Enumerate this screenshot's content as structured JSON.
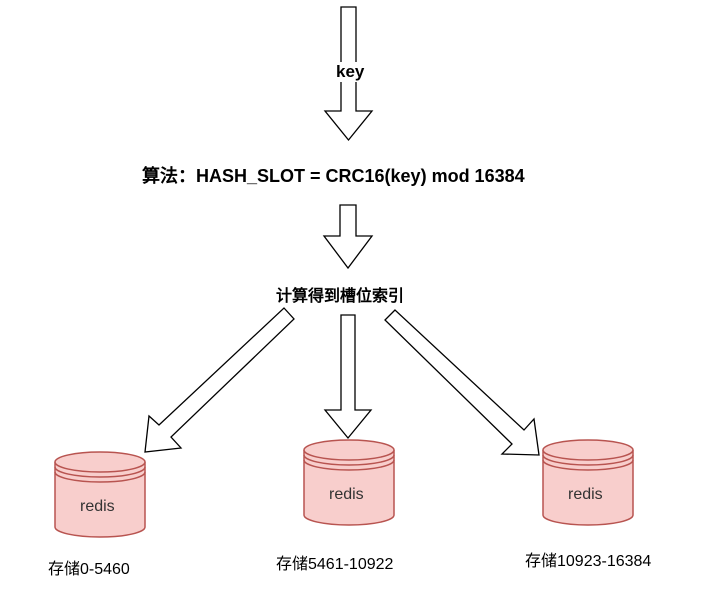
{
  "diagram": {
    "input_label": "key",
    "formula_label": "算法：HASH_SLOT = CRC16(key) mod 16384",
    "step_label": "计算得到槽位索引",
    "nodes": [
      {
        "label": "redis",
        "range_label": "存储0-5460"
      },
      {
        "label": "redis",
        "range_label": "存储5461-10922"
      },
      {
        "label": "redis",
        "range_label": "存储10923-16384"
      }
    ],
    "colors": {
      "cylinder_fill": "#f8cecc",
      "cylinder_stroke": "#b85450",
      "arrow_stroke": "#000000",
      "arrow_fill": "#ffffff"
    }
  }
}
